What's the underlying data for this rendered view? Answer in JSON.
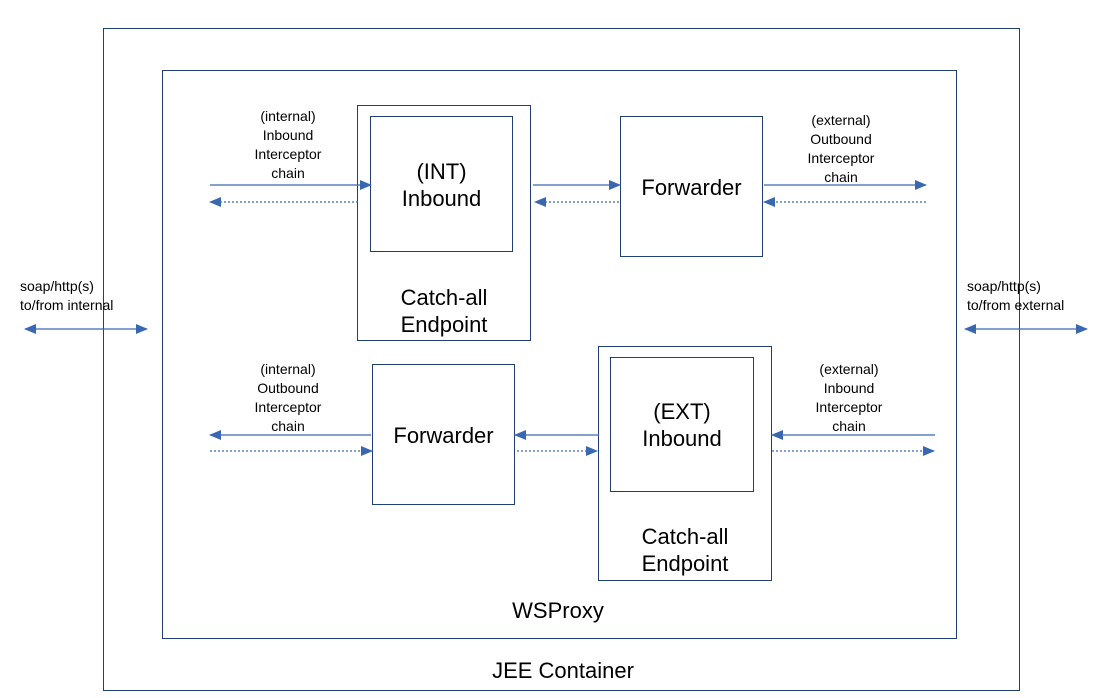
{
  "container": {
    "label": "JEE Container"
  },
  "proxy": {
    "label": "WSProxy"
  },
  "int_endpoint": {
    "inner_line1": "(INT)",
    "inner_line2": "Inbound",
    "outer_line1": "Catch-all",
    "outer_line2": "Endpoint"
  },
  "ext_endpoint": {
    "inner_line1": "(EXT)",
    "inner_line2": "Inbound",
    "outer_line1": "Catch-all",
    "outer_line2": "Endpoint"
  },
  "forwarder_top": {
    "label": "Forwarder"
  },
  "forwarder_bottom": {
    "label": "Forwarder"
  },
  "chains": {
    "internal_inbound": [
      "(internal)",
      "Inbound",
      "Interceptor",
      "chain"
    ],
    "external_outbound": [
      "(external)",
      "Outbound",
      "Interceptor",
      "chain"
    ],
    "internal_outbound": [
      "(internal)",
      "Outbound",
      "Interceptor",
      "chain"
    ],
    "external_inbound": [
      "(external)",
      "Inbound",
      "Interceptor",
      "chain"
    ]
  },
  "edges": {
    "internal": [
      "soap/http(s)",
      "to/from internal"
    ],
    "external": [
      "soap/http(s)",
      "to/from external"
    ]
  },
  "colors": {
    "arrow": "#3a68b0",
    "border": "#1f3f75"
  }
}
